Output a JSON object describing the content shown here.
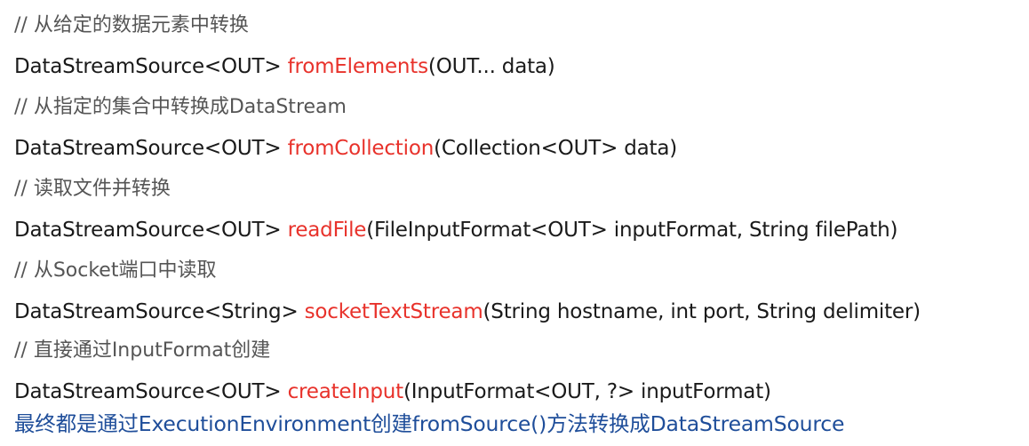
{
  "lines": [
    {
      "type": "comment",
      "text": "// 从给定的数据元素中转换"
    },
    {
      "type": "code",
      "prefix": "DataStreamSource<OUT> ",
      "method": "fromElements",
      "args": "(OUT... data)"
    },
    {
      "type": "comment",
      "text": "// 从指定的集合中转换成DataStream"
    },
    {
      "type": "code",
      "prefix": "DataStreamSource<OUT> ",
      "method": "fromCollection",
      "args": "(Collection<OUT> data)"
    },
    {
      "type": "comment",
      "text": "// 读取文件并转换"
    },
    {
      "type": "code",
      "prefix": "DataStreamSource<OUT> ",
      "method": "readFile",
      "args": "(FileInputFormat<OUT> inputFormat, String filePath)"
    },
    {
      "type": "comment",
      "text": "// 从Socket端口中读取"
    },
    {
      "type": "code",
      "prefix": "DataStreamSource<String> ",
      "method": "socketTextStream",
      "args": "(String hostname, int port, String delimiter)"
    },
    {
      "type": "comment",
      "text": "// 直接通过InputFormat创建"
    },
    {
      "type": "code",
      "prefix": "DataStreamSource<OUT> ",
      "method": "createInput",
      "args": "(InputFormat<OUT, ?> inputFormat)"
    }
  ],
  "summary": "最终都是通过ExecutionEnvironment创建fromSource()方法转换成DataStreamSource",
  "colors": {
    "method": "#e8322b",
    "summary": "#1f4e9a",
    "comment": "#555555",
    "code": "#1a1a1a"
  }
}
